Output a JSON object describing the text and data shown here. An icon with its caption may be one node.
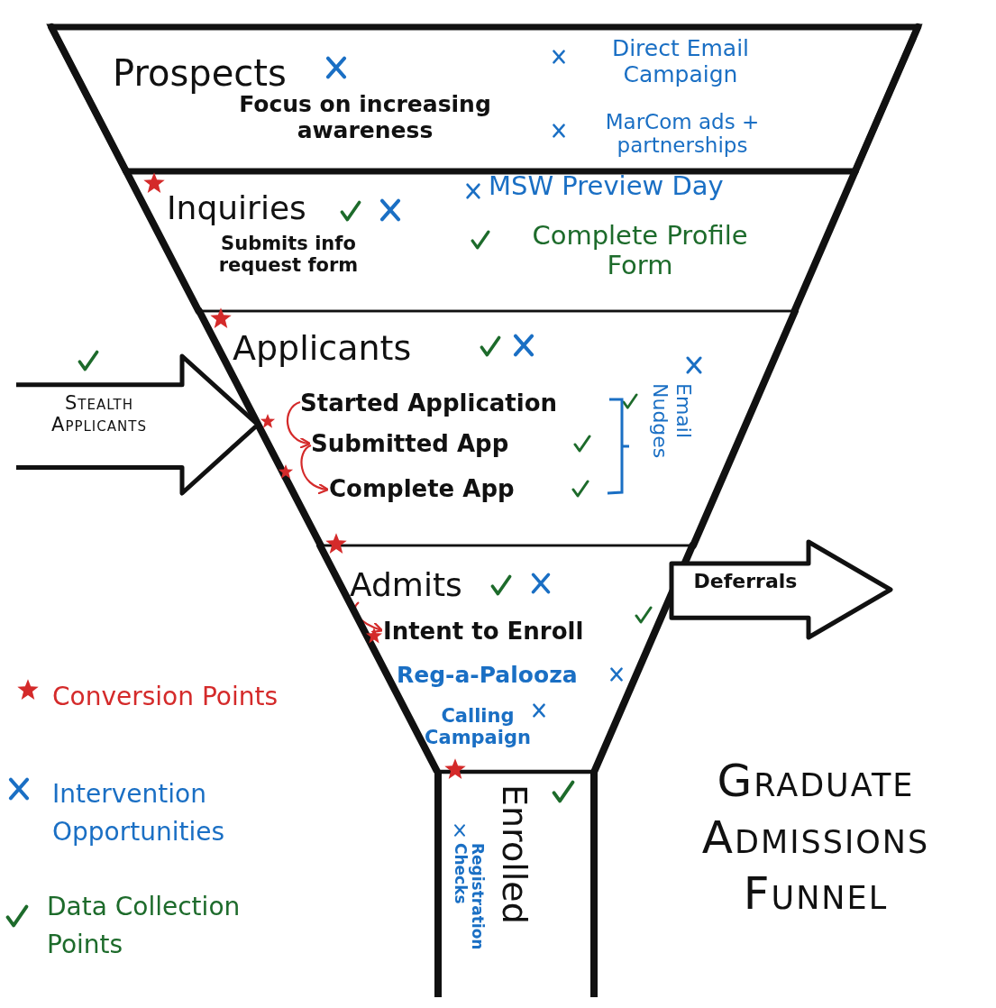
{
  "diagram": {
    "title": "Graduate Admissions Funnel",
    "nodes": [
      {
        "text": [
          "Prospects",
          "Focus on increasing awareness",
          "Direct Email Campaign",
          "MarCom ads + partnerships"
        ]
      },
      {
        "text": [
          "Inquiries",
          "Submits info request form",
          "MSW Preview Day",
          "Complete Profile Form"
        ]
      },
      {
        "text": [
          "Applicants",
          "Email Nudges"
        ]
      },
      {
        "text": [
          "Started Application"
        ],
        "in": 2
      },
      {
        "text": [
          "Submitted App"
        ],
        "in": 2
      },
      {
        "text": [
          "Complete App"
        ],
        "in": 2
      },
      {
        "text": [
          "Admits",
          "Reg-a-Palooza",
          "Calling Campaign"
        ]
      },
      {
        "text": [
          "Intent to Enroll"
        ],
        "in": 6
      },
      {
        "text": [
          "Enrolled",
          "Registration Checks"
        ]
      },
      {
        "text": [
          "Stealth Applicants"
        ]
      },
      {
        "text": [
          "Deferrals"
        ]
      }
    ],
    "edges": [
      {
        "from": 3,
        "to": 4,
        "arrow": "to"
      },
      {
        "from": 4,
        "to": 5,
        "arrow": "to"
      },
      {
        "from": 6,
        "to": 7,
        "arrow": "to"
      }
    ],
    "legend": [
      {
        "text": "Conversion Points"
      },
      {
        "text": "Intervention Opportunities"
      },
      {
        "text": "Data Collection Points"
      }
    ]
  }
}
